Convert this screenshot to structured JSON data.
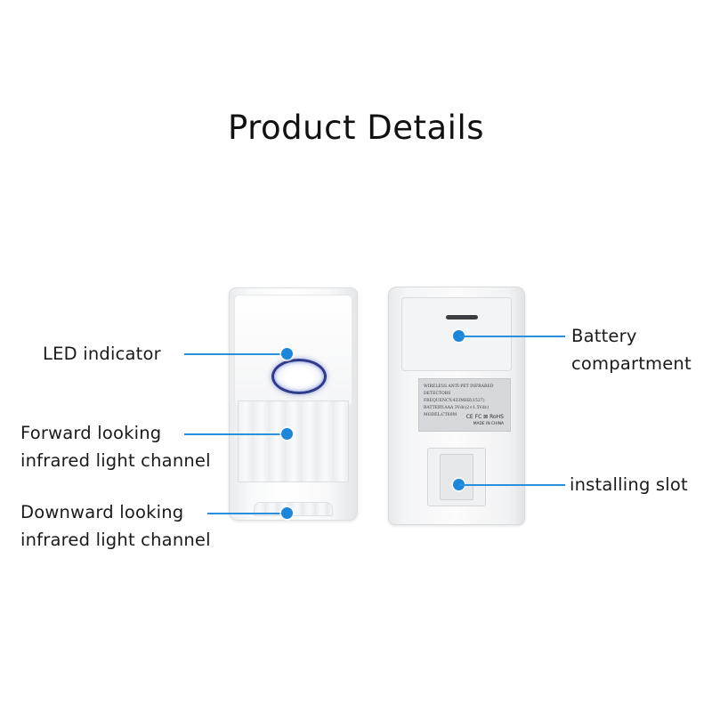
{
  "title": "Product Details",
  "labels": {
    "led": "LED indicator",
    "forward_line1": "Forward looking",
    "forward_line2": "infrared light channel",
    "downward_line1": "Downward looking",
    "downward_line2": "infrared light channel",
    "battery_line1": "Battery",
    "battery_line2": "compartment",
    "slot": "installing slot"
  },
  "sticker": {
    "line1": "WIRELESS ANTI-PET INFRARED",
    "line2": "DETECTORS",
    "line3": "FREQUENCY:433MHZ(1527)",
    "line4": "BATTERY:AAA 3Vdc(2×1.5Vdc)",
    "line5": "MODEL:CT60M",
    "marks": "CE FC ⊠ RoHS",
    "made_in": "MADE IN CHINA"
  },
  "icons": {
    "callout_dot": "callout-dot-icon",
    "led_ring": "led-ring-icon"
  },
  "colors": {
    "accent": "#1d86d8",
    "leader": "#2a8fdd",
    "led": "#2f3a8a"
  }
}
